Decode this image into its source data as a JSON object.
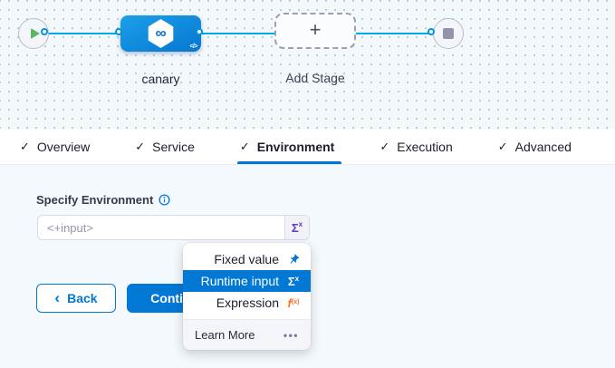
{
  "canvas": {
    "stage_label": "canary",
    "add_stage_label": "Add Stage",
    "plus_icon": "+",
    "code_icon": "</>",
    "infinity_icon": "∞"
  },
  "tabs": [
    {
      "label": "Overview",
      "active": false
    },
    {
      "label": "Service",
      "active": false
    },
    {
      "label": "Environment",
      "active": true
    },
    {
      "label": "Execution",
      "active": false
    },
    {
      "label": "Advanced",
      "active": false
    }
  ],
  "icons": {
    "check": "✓",
    "sigma": "Σ",
    "sigma_sup": "x",
    "fx_f": "f",
    "fx_sub": "(x)",
    "ellipsis": "•••",
    "back_chevron": "‹"
  },
  "form": {
    "label": "Specify Environment",
    "input_placeholder": "<+input>"
  },
  "buttons": {
    "back": "Back",
    "continue": "Continue"
  },
  "dropdown": {
    "items": [
      {
        "label": "Fixed value",
        "icon": "pin-icon",
        "selected": false
      },
      {
        "label": "Runtime input",
        "icon": "sigma-icon",
        "selected": true
      },
      {
        "label": "Expression",
        "icon": "fx-icon",
        "selected": false
      }
    ],
    "footer": {
      "learn_more": "Learn More"
    }
  },
  "colors": {
    "accent_blue": "#0278d5",
    "connector_blue": "#00ade4",
    "runtime_purple": "#6238c0",
    "expression_orange": "#ff7020",
    "play_green": "#5bb763",
    "canvas_bg": "#f3f8fb",
    "content_bg": "#f4f9fd"
  }
}
